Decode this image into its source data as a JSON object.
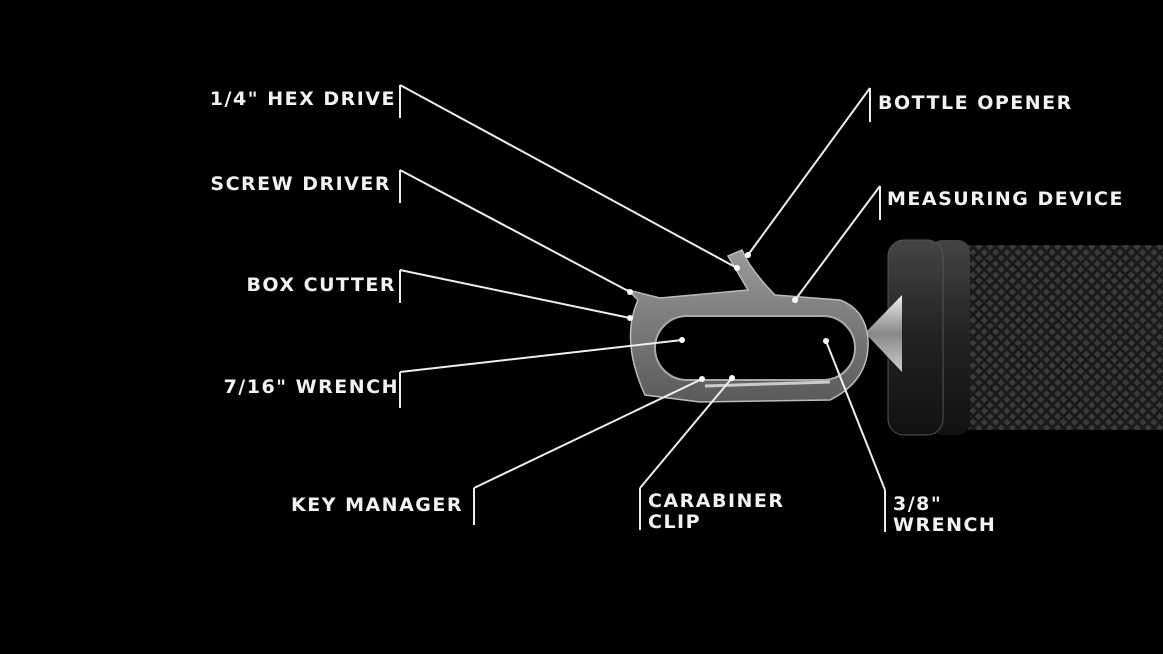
{
  "labels": {
    "hex_drive": "1/4\" HEX DRIVE",
    "screw_driver": "SCREW DRIVER",
    "box_cutter": "BOX CUTTER",
    "wrench_716": "7/16\" WRENCH",
    "key_manager": "KEY MANAGER",
    "carabiner_line1": "CARABINER",
    "carabiner_line2": "CLIP",
    "wrench_38_line1": "3/8\"",
    "wrench_38_line2": "WRENCH",
    "bottle_opener": "BOTTLE OPENER",
    "measuring_device": "MEASURING DEVICE"
  }
}
